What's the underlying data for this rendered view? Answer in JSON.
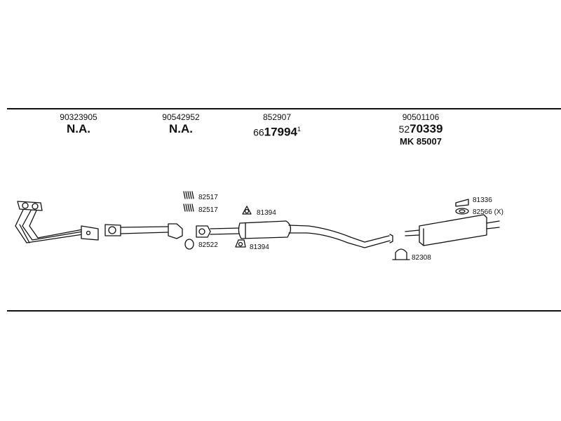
{
  "columns": [
    {
      "part_number": "90323905",
      "status": "N.A."
    },
    {
      "part_number": "90542952",
      "status": "N.A."
    },
    {
      "part_number": "852907",
      "code_prefix": "66",
      "code_main": "17994",
      "code_suffix": "1"
    },
    {
      "part_number": "90501106",
      "code_prefix": "52",
      "code_main": "70339",
      "mk": "MK  85007"
    }
  ],
  "fittings": [
    {
      "code": "82517"
    },
    {
      "code": "82517"
    },
    {
      "code": "82522"
    },
    {
      "code": "81394"
    },
    {
      "code": "81394"
    },
    {
      "code": "81336"
    },
    {
      "code": "82566 (X)"
    },
    {
      "code": "82308"
    }
  ]
}
